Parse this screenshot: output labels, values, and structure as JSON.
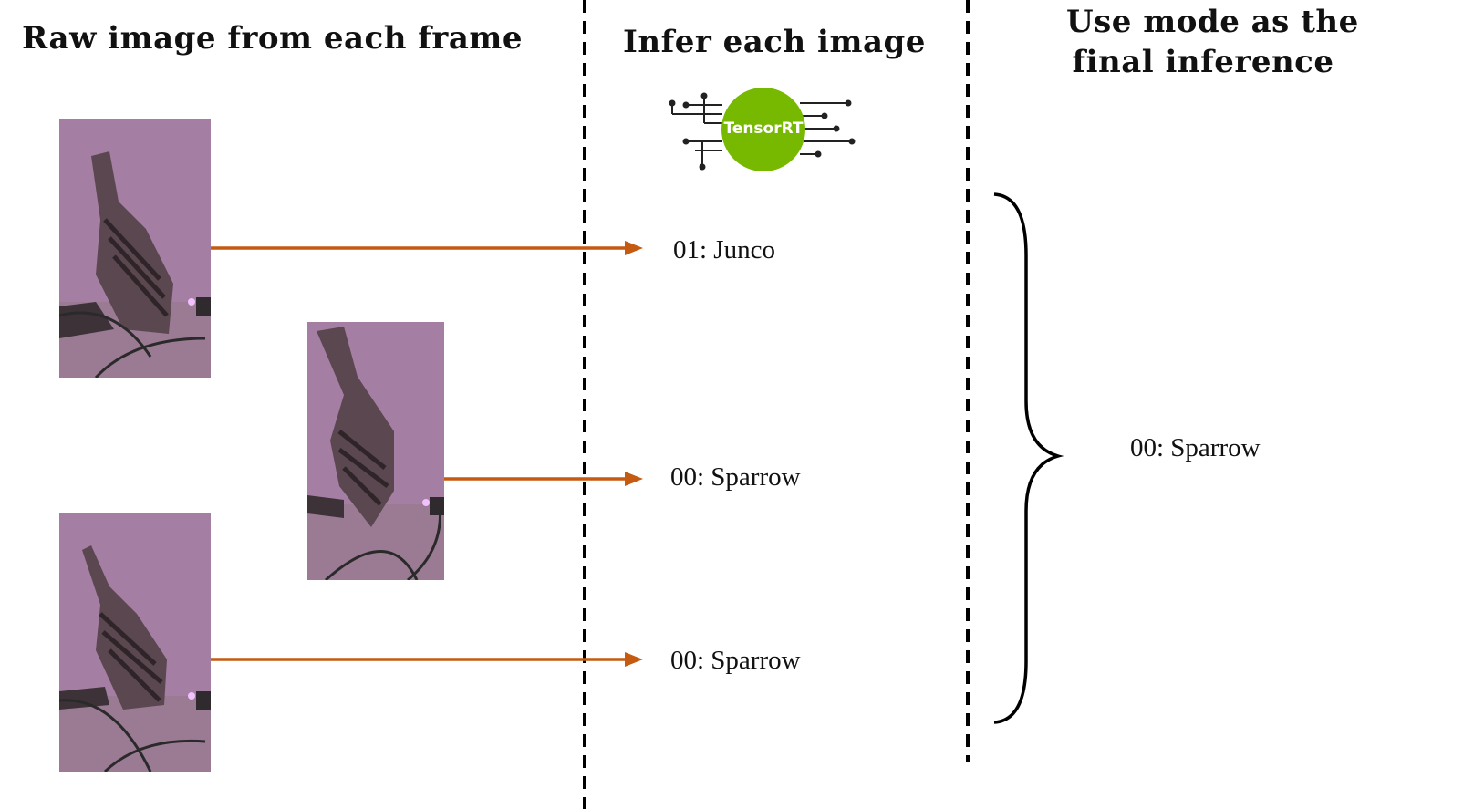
{
  "headings": {
    "raw": "Raw image from each frame",
    "infer": "Infer each image",
    "mode_line1": "Use mode as the",
    "mode_line2": "final inference"
  },
  "logo": {
    "text": "TensorRT",
    "color": "#76b900"
  },
  "inferences": [
    "01: Junco",
    "00: Sparrow",
    "00: Sparrow"
  ],
  "final_inference": "00: Sparrow",
  "colors": {
    "arrow": "#c55a11",
    "divider": "#000000",
    "photo_bg": "#a57ea3"
  }
}
